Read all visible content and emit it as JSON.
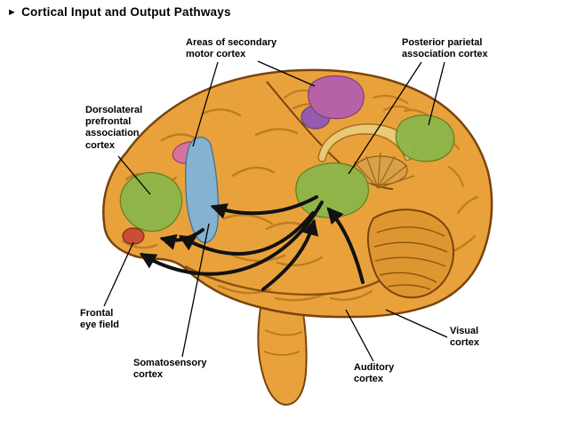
{
  "title": {
    "bullet": "►",
    "text": "Cortical Input and Output Pathways"
  },
  "labels": {
    "secondary_motor": "Areas of secondary\nmotor cortex",
    "posterior_parietal": "Posterior parietal\nassociation cortex",
    "dorsolateral_prefrontal": "Dorsolateral\nprefrontal\nassociation\ncortex",
    "frontal_eye_field": "Frontal\neye field",
    "somatosensory": "Somatosensory\ncortex",
    "auditory": "Auditory\ncortex",
    "visual": "Visual\ncortex"
  },
  "colors": {
    "background": "#FFFFFF",
    "brain_base": "#E9A23B",
    "brain_shade": "#DD9630",
    "brain_outline": "#7A430D",
    "sulci": "#B4731B",
    "region_green": "#8DB64A",
    "region_blue": "#7FB3D9",
    "region_pink": "#D66FA6",
    "region_magenta": "#B55FAE",
    "region_purple": "#9059B5",
    "region_red": "#C94A35",
    "corpus_callosum": "#E9C878",
    "arrow": "#111111",
    "label_text": "#000000"
  }
}
